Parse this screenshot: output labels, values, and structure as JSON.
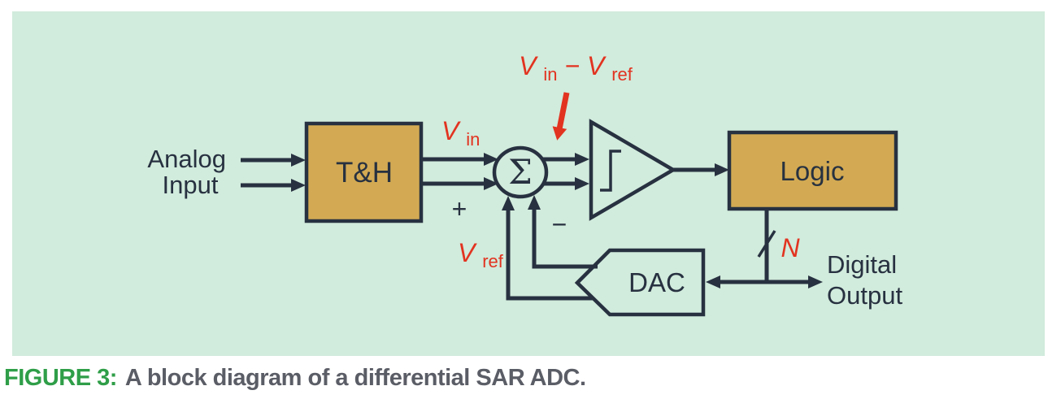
{
  "figure": {
    "colors": {
      "page_bg": "#ffffff",
      "panel_bg": "#d1ebdc",
      "block_fill": "#d3aa53",
      "ink": "#273140",
      "red": "#e23320",
      "caption_label": "#2f9e48",
      "caption_text": "#5b5d66"
    },
    "diagram": {
      "analog_input": {
        "line1": "Analog",
        "line2": "Input"
      },
      "th_block": "T&H",
      "vin": {
        "v": "V",
        "sub": "in"
      },
      "sum_symbol": "Σ",
      "plus": "+",
      "minus": "−",
      "vin_minus_vref": {
        "v1": "V",
        "sub1": "in",
        "op": " − ",
        "v2": "V",
        "sub2": "ref"
      },
      "vref": {
        "v": "V",
        "sub": "ref"
      },
      "logic_block": "Logic",
      "bus_width": "N",
      "dac_block": "DAC",
      "digital_output": {
        "line1": "Digital",
        "line2": "Output"
      }
    },
    "caption": {
      "label": "FIGURE 3:",
      "text": "A block diagram of a differential SAR ADC."
    }
  }
}
